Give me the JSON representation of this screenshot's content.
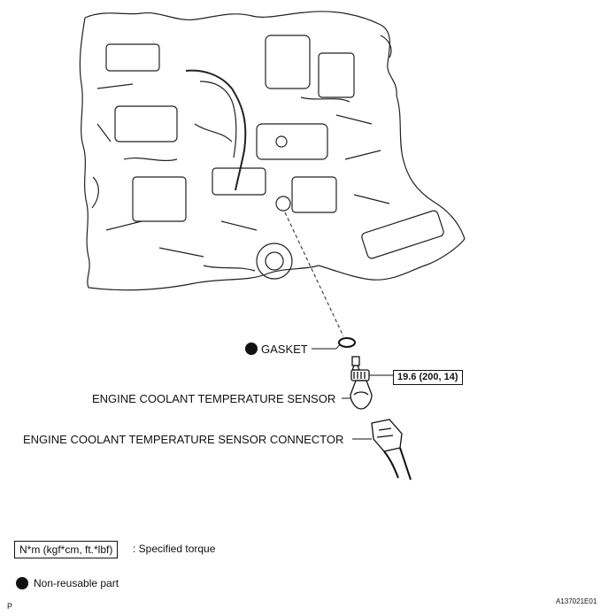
{
  "labels": {
    "gasket": "GASKET",
    "sensor": "ENGINE COOLANT TEMPERATURE SENSOR",
    "connector": "ENGINE COOLANT TEMPERATURE SENSOR CONNECTOR",
    "torque_value": "19.6 (200, 14)"
  },
  "legend": {
    "torque_unit": "N*m (kgf*cm, ft.*lbf)",
    "torque_desc": ": Specified torque",
    "nonreusable_desc": "Non-reusable part"
  },
  "footer": {
    "figure_code": "A137021E01",
    "page_mark": "P"
  },
  "icons": {
    "nonreusable": "filled-circle-icon"
  }
}
